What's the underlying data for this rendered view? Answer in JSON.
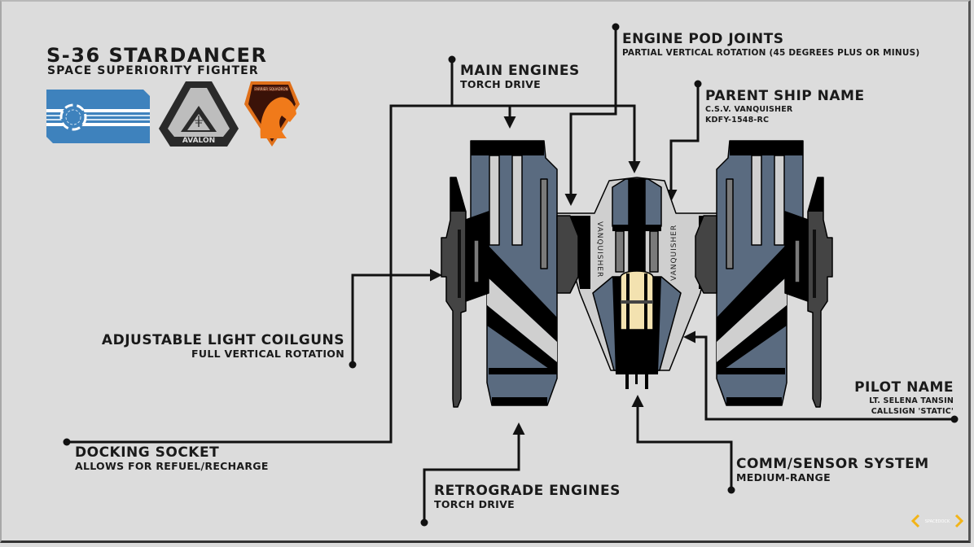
{
  "header": {
    "title": "S-36 STARDANCER",
    "subtitle": "SPACE SUPERIORITY FIGHTER"
  },
  "insignia": [
    {
      "name": "faction-flag",
      "colors": {
        "field": "#3e82bd",
        "stripe": "#ffffff"
      }
    },
    {
      "name": "avalon-emblem",
      "label": "AVALON",
      "colors": {
        "outer": "#2a2a2a",
        "inner": "#c8c8c8"
      }
    },
    {
      "name": "squadron-patch",
      "label": "FARRIER SQUADRON",
      "colors": {
        "field": "#3a1208",
        "horse": "#f07a1a",
        "border": "#e0701a"
      }
    }
  ],
  "callouts": {
    "main_engines": {
      "title": "MAIN ENGINES",
      "detail": "TORCH DRIVE"
    },
    "engine_pod_joints": {
      "title": "ENGINE POD JOINTS",
      "detail": "PARTIAL VERTICAL ROTATION (45 DEGREES PLUS OR MINUS)"
    },
    "parent_ship": {
      "title": "PARENT SHIP NAME",
      "detail": "C.S.V. VANQUISHER",
      "detail2": "KDFY-1548-RC"
    },
    "coilguns": {
      "title": "ADJUSTABLE LIGHT COILGUNS",
      "detail": "FULL VERTICAL ROTATION"
    },
    "docking_socket": {
      "title": "DOCKING SOCKET",
      "detail": "ALLOWS FOR REFUEL/RECHARGE"
    },
    "pilot_name": {
      "title": "PILOT NAME",
      "detail": "LT. SELENA TANSIN",
      "detail2": "CALLSIGN 'STATIC'"
    },
    "comm_sensor": {
      "title": "COMM/SENSOR SYSTEM",
      "detail": "MEDIUM-RANGE"
    },
    "retrograde_engines": {
      "title": "RETROGRADE ENGINES",
      "detail": "TORCH DRIVE"
    }
  },
  "ship": {
    "hull_marking": "VANQUISHER",
    "colors": {
      "hull_blue": "#5a6b80",
      "panel_light": "#cfcfcf",
      "dark": "#000000",
      "gun_gray": "#444444",
      "canopy": "#f3e2b0",
      "slot_gray": "#7a7a7a"
    }
  },
  "watermark": {
    "label": "SPACEDOCK",
    "color": "#f2b418"
  },
  "colors": {
    "background": "#dcdcdc",
    "line": "#111111"
  }
}
